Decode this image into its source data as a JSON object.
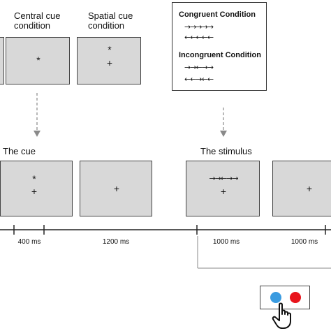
{
  "top_labels": {
    "central_cue": [
      "Central cue",
      "condition"
    ],
    "spatial_cue": [
      "Spatial cue",
      "condition"
    ]
  },
  "conditions": {
    "congruent_title": "Congruent Condition",
    "congruent_row1": "→→→→→",
    "congruent_row2": "←←←←←",
    "incongruent_title": "Incongruent Condition",
    "incongruent_row1": "→→←→→",
    "incongruent_row2": "←←→←←"
  },
  "glyphs": {
    "asterisk": "*",
    "fixation": "+",
    "stimulus_arrows": "→→←→→"
  },
  "phase_labels": {
    "cue": "The cue",
    "stimulus": "The stimulus"
  },
  "timeline": {
    "durations": [
      "400 ms",
      "1200 ms",
      "1000 ms",
      "1000 ms"
    ]
  },
  "response": {
    "left_color": "#3a9be0",
    "right_color": "#e8141c",
    "pointer_icon": "hand-pointer-icon"
  },
  "colors": {
    "screen_fill": "#d8d8d8",
    "arrow_gray": "#8a8a8a"
  }
}
